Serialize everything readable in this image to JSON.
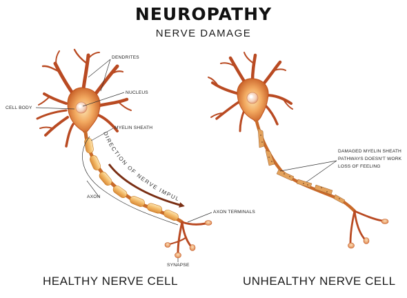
{
  "title": "NEUROPATHY",
  "subtitle": "NERVE DAMAGE",
  "healthy": {
    "caption": "HEALTHY NERVE CELL",
    "labels": {
      "dendrites": "DENDRITES",
      "nucleus": "NUCLEUS",
      "cell_body": "CELL BODY",
      "myelin_sheath": "MYELIN SHEATH",
      "axon": "AXON",
      "axon_terminals": "AXON TERMINALS",
      "synapse": "SYNAPSE",
      "direction": "DIRECTION OF NERVE IMPULSE"
    }
  },
  "unhealthy": {
    "caption": "UNHEALTHY NERVE CELL",
    "labels": {
      "line1": "DAMAGED MYELIN SHEATH",
      "line2": "PATHWAYS DOESN'T WORK",
      "line3": "LOSS OF FEELING"
    }
  },
  "colors": {
    "membrane": "#c8651f",
    "dendrite": "#b0391e",
    "myelin": "#f3c47a",
    "arrow": "#7a2f14"
  }
}
